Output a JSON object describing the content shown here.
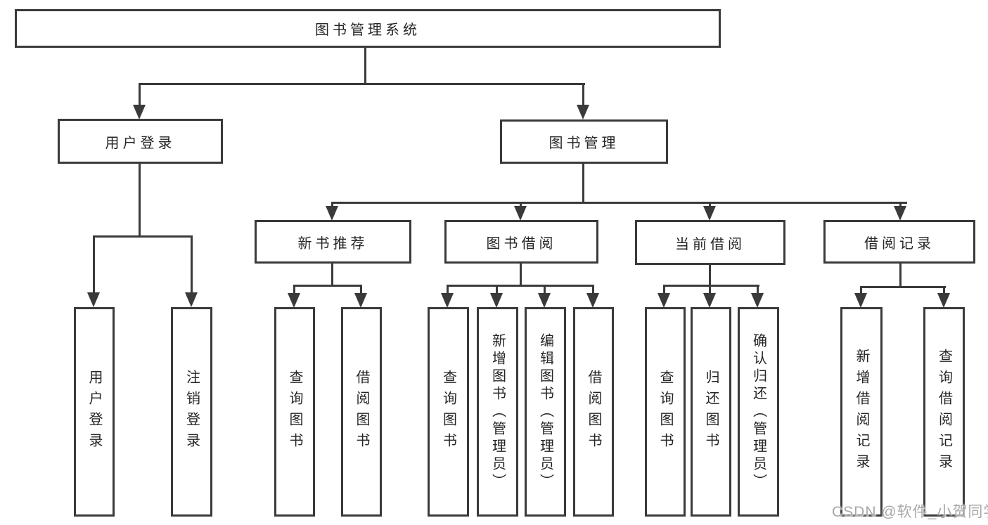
{
  "nodes": {
    "root": {
      "label": "图书管理系统"
    },
    "level2": [
      {
        "label": "用户登录"
      },
      {
        "label": "图书管理"
      }
    ],
    "level3": [
      {
        "label": "新书推荐"
      },
      {
        "label": "图书借阅"
      },
      {
        "label": "当前借阅"
      },
      {
        "label": "借阅记录"
      }
    ],
    "user_children": [
      {
        "label": "用户登录"
      },
      {
        "label": "注销登录"
      }
    ],
    "newbook_children": [
      {
        "label": "查询图书"
      },
      {
        "label": "借阅图书"
      }
    ],
    "borrow_children": [
      {
        "label": "查询图书"
      },
      {
        "label": "新增图书（管理员）"
      },
      {
        "label": "编辑图书（管理员）"
      },
      {
        "label": "借阅图书"
      }
    ],
    "current_children": [
      {
        "label": "查询图书"
      },
      {
        "label": "归还图书"
      },
      {
        "label": "确认归还（管理员）"
      }
    ],
    "records_children": [
      {
        "label": "新增借阅记录"
      },
      {
        "label": "查询借阅记录"
      }
    ]
  },
  "watermark": {
    "text": "CSDN @软件_小贺同学"
  },
  "colors": {
    "line": "#3a3a3a",
    "box_border": "#3a3a3a",
    "text": "#252525",
    "watermark": "#a8a8a8",
    "background": "#ffffff"
  }
}
